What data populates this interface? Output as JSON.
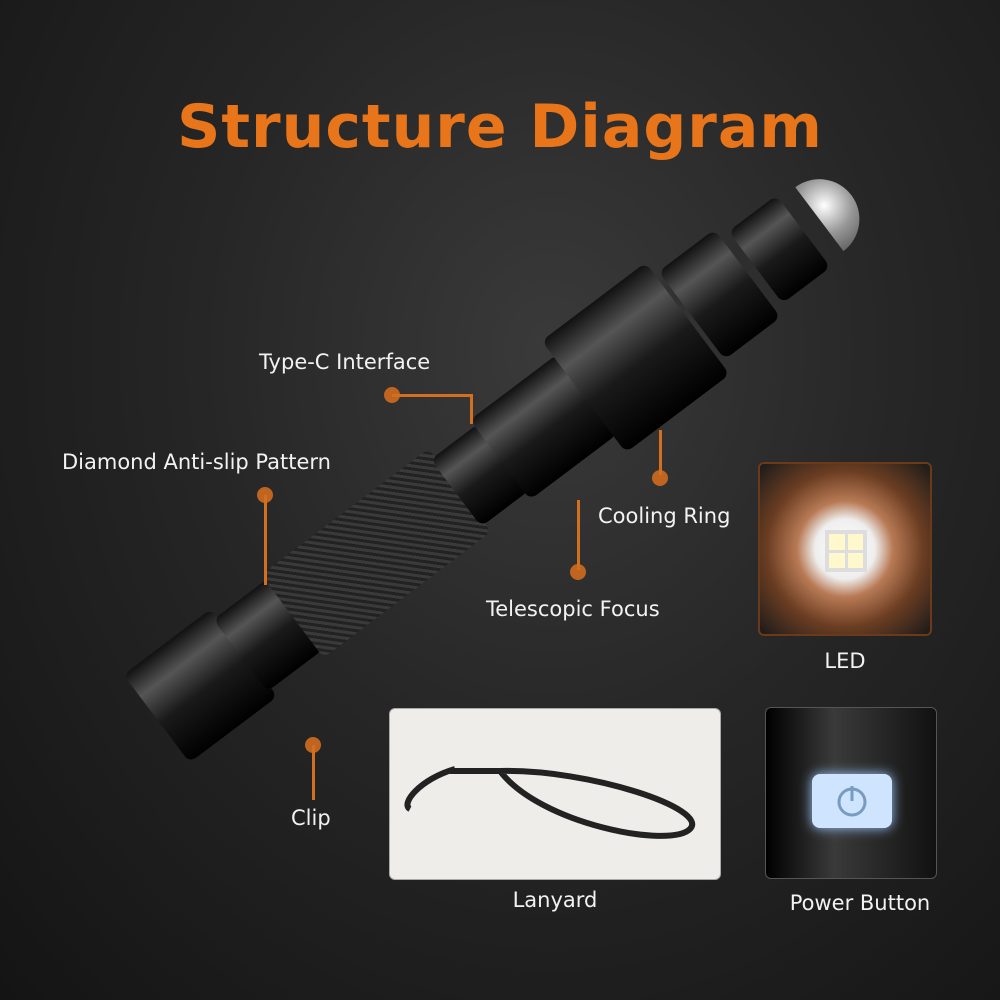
{
  "title": "Structure Diagram",
  "callouts": {
    "type_c": "Type-C Interface",
    "diamond": "Diamond Anti-slip Pattern",
    "cooling": "Cooling Ring",
    "telescopic": "Telescopic Focus",
    "clip": "Clip"
  },
  "panels": {
    "led": "LED",
    "lanyard": "Lanyard",
    "power": "Power Button"
  },
  "colors": {
    "accent": "#e8751a",
    "line": "#d2701f"
  },
  "icons": [
    "power-icon"
  ]
}
